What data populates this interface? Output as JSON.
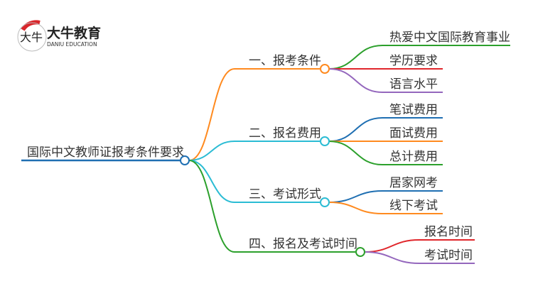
{
  "logo": {
    "cn": "大牛教育",
    "en": "DANIU EDUCATION",
    "mark": "大牛"
  },
  "root": {
    "label": "国际中文教师证报考条件要求",
    "color": "#1f6fb2"
  },
  "branches": [
    {
      "label": "一、报考条件",
      "color": "#ff8a1f",
      "children": [
        {
          "label": "热爱中文国际教育事业",
          "color": "#2ca02c"
        },
        {
          "label": "学历要求",
          "color": "#e0262b"
        },
        {
          "label": "语言水平",
          "color": "#9467bd"
        }
      ]
    },
    {
      "label": "二、报名费用",
      "color": "#2bbcd4",
      "children": [
        {
          "label": "笔试费用",
          "color": "#1f6fb2"
        },
        {
          "label": "面试费用",
          "color": "#ff8a1f"
        },
        {
          "label": "总计费用",
          "color": "#2ca02c"
        }
      ]
    },
    {
      "label": "三、考试形式",
      "color": "#2bbcd4",
      "children": [
        {
          "label": "居家网考",
          "color": "#1f6fb2"
        },
        {
          "label": "线下考试",
          "color": "#ff8a1f"
        }
      ]
    },
    {
      "label": "四、报名及考试时间",
      "color": "#2ca02c",
      "children": [
        {
          "label": "报名时间",
          "color": "#e0262b"
        },
        {
          "label": "考试时间",
          "color": "#9467bd"
        }
      ]
    }
  ]
}
